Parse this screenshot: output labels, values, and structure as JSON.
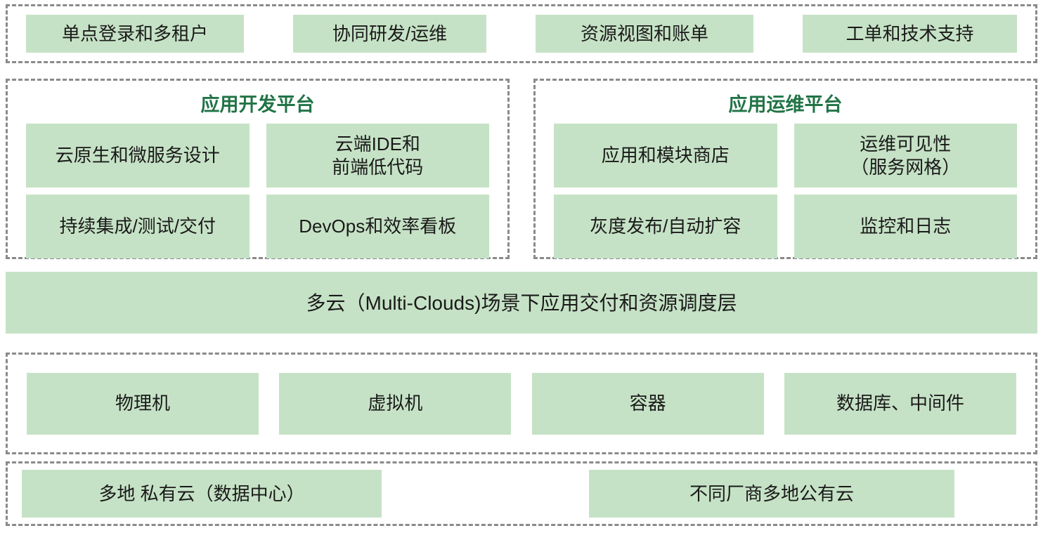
{
  "colors": {
    "box_fill": "#c6e2c6",
    "title_green": "#217346",
    "border_gray": "#8a8a8a"
  },
  "top_bar": {
    "items": [
      {
        "label": "单点登录和多租户"
      },
      {
        "label": "协同研发/运维"
      },
      {
        "label": "资源视图和账单"
      },
      {
        "label": "工单和技术支持"
      }
    ]
  },
  "dev_platform": {
    "title": "应用开发平台",
    "items": [
      {
        "label": "云原生和微服务设计"
      },
      {
        "label": "云端IDE和\n前端低代码"
      },
      {
        "label": "持续集成/测试/交付"
      },
      {
        "label": "DevOps和效率看板"
      }
    ]
  },
  "ops_platform": {
    "title": "应用运维平台",
    "items": [
      {
        "label": "应用和模块商店"
      },
      {
        "label": "运维可见性\n（服务网格）"
      },
      {
        "label": "灰度发布/自动扩容"
      },
      {
        "label": "监控和日志"
      }
    ]
  },
  "scheduling_layer": {
    "label": "多云（Multi-Clouds)场景下应用交付和资源调度层"
  },
  "infrastructure": {
    "items": [
      {
        "label": "物理机"
      },
      {
        "label": "虚拟机"
      },
      {
        "label": "容器"
      },
      {
        "label": "数据库、中间件"
      }
    ]
  },
  "clouds": {
    "items": [
      {
        "label": "多地 私有云（数据中心）"
      },
      {
        "label": "不同厂商多地公有云"
      }
    ]
  }
}
